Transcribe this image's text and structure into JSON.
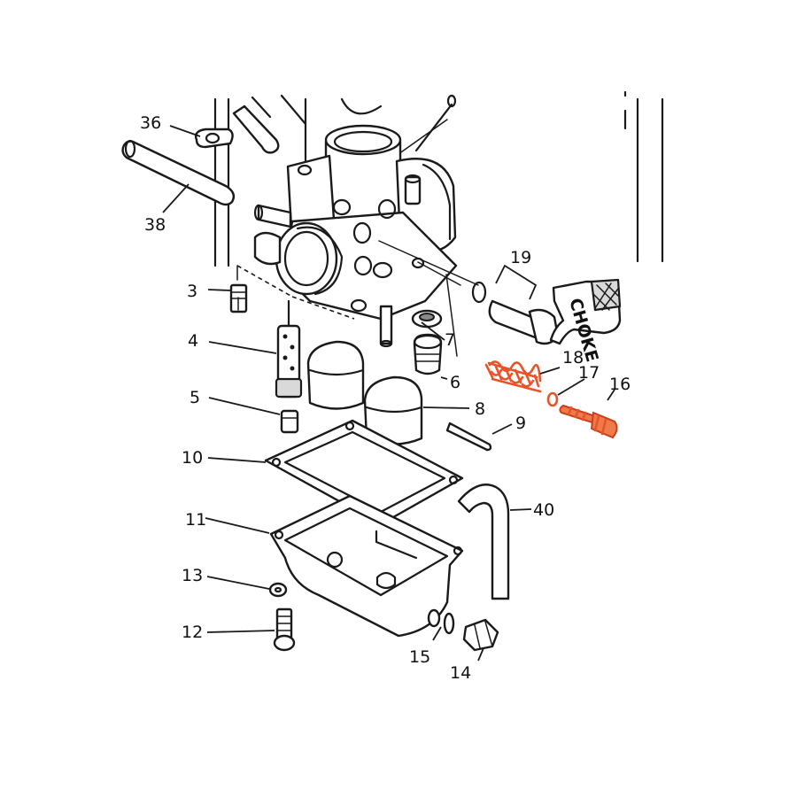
{
  "diagram": {
    "choke_text": "CHOKE",
    "highlight_color": "#e8542a",
    "callouts": [
      {
        "id": "c36",
        "text": "36"
      },
      {
        "id": "c38",
        "text": "38"
      },
      {
        "id": "c3",
        "text": "3"
      },
      {
        "id": "c4",
        "text": "4"
      },
      {
        "id": "c5",
        "text": "5"
      },
      {
        "id": "c6",
        "text": "6"
      },
      {
        "id": "c7",
        "text": "7"
      },
      {
        "id": "c8",
        "text": "8"
      },
      {
        "id": "c9",
        "text": "9"
      },
      {
        "id": "c10",
        "text": "10"
      },
      {
        "id": "c11",
        "text": "11"
      },
      {
        "id": "c12",
        "text": "12"
      },
      {
        "id": "c13",
        "text": "13"
      },
      {
        "id": "c14",
        "text": "14"
      },
      {
        "id": "c15",
        "text": "15"
      },
      {
        "id": "c16",
        "text": "16"
      },
      {
        "id": "c17",
        "text": "17"
      },
      {
        "id": "c18",
        "text": "18"
      },
      {
        "id": "c19",
        "text": "19"
      },
      {
        "id": "c40",
        "text": "40"
      }
    ]
  }
}
